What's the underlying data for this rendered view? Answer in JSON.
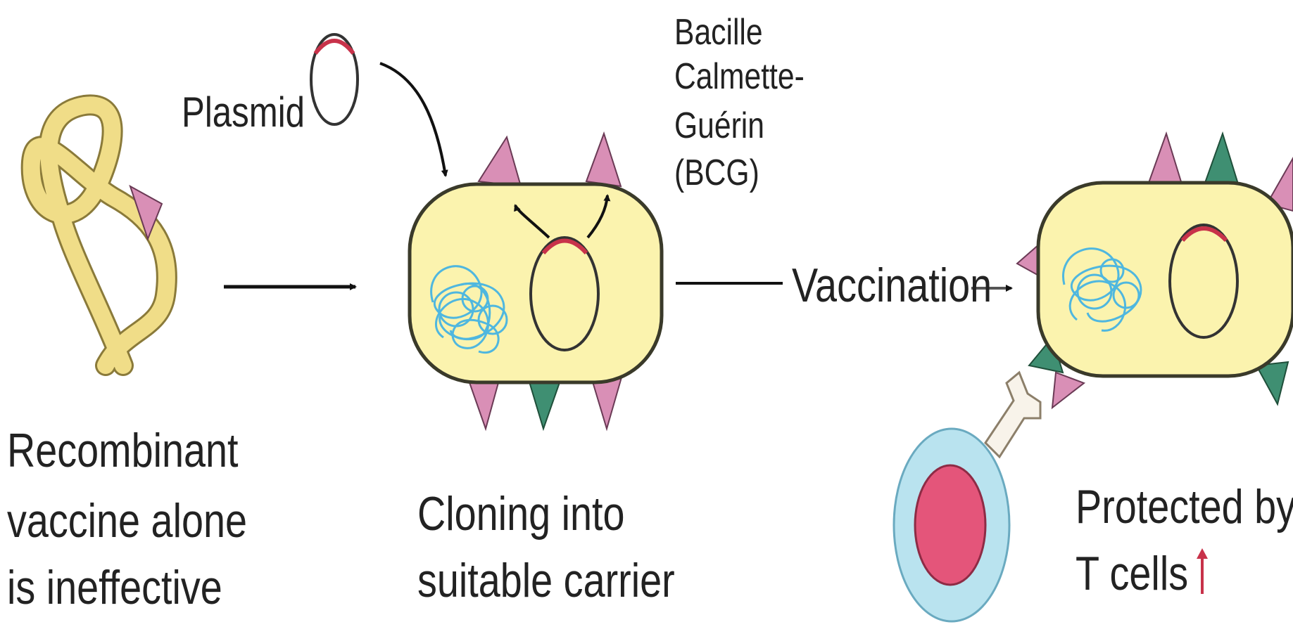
{
  "labels": {
    "plasmid": "Plasmid",
    "bcg_line1": "Bacille",
    "bcg_line2": "Calmette-",
    "bcg_line3": "Guérin",
    "bcg_line4": "(BCG)",
    "vaccination": "Vaccination",
    "recombinant_line1": "Recombinant",
    "recombinant_line2": "vaccine alone",
    "recombinant_line3": "is ineffective",
    "cloning_line1": "Cloning into",
    "cloning_line2": "suitable carrier",
    "protected_line1": "Protected by",
    "protected_line2": "T cells"
  },
  "colors": {
    "bacterium_fill": "#fbf3ae",
    "bacterium_stroke": "#3a3a2a",
    "antigen_pink": "#d98fb6",
    "antigen_green": "#3f8f72",
    "dna_blue": "#4fb7df",
    "plasmid_red": "#c8324a",
    "tcell_outer": "#b9e3ef",
    "tcell_nucleus": "#e4557a",
    "vaccine_strand": "#f0dd88"
  }
}
